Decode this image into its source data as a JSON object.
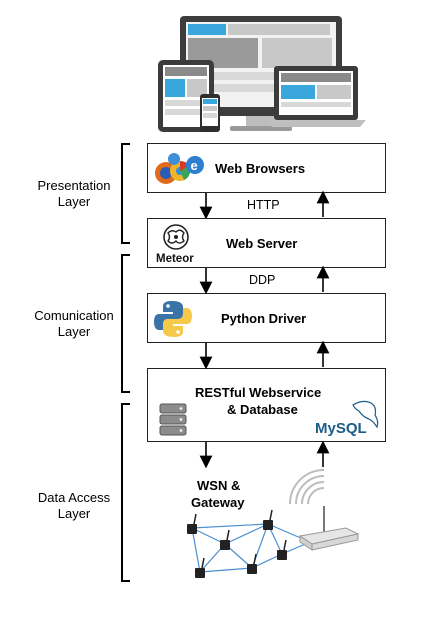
{
  "layers": [
    {
      "name": "presentation",
      "label_line1": "Presentation",
      "label_line2": "Layer"
    },
    {
      "name": "communication",
      "label_line1": "Comunication",
      "label_line2": "Layer"
    },
    {
      "name": "data-access",
      "label_line1": "Data Access",
      "label_line2": "Layer"
    }
  ],
  "boxes": {
    "web_browsers": "Web Browsers",
    "web_server": "Web Server",
    "python_driver": "Python Driver",
    "restful_line1": "RESTful Webservice",
    "restful_line2": "& Database"
  },
  "edges": {
    "http": "HTTP",
    "ddp": "DDP"
  },
  "logos": {
    "meteor": "Meteor",
    "mysql": "MySQL"
  },
  "wsn": {
    "line1": "WSN &",
    "line2": "Gateway"
  },
  "colors": {
    "screen_blue": "#3aa7dc",
    "device_gray": "#5b5b5b",
    "python_blue": "#3a73a8",
    "python_yellow": "#f6c94a",
    "mysql_blue": "#1b5e8a",
    "mysql_orange": "#e38a1d"
  },
  "icons": [
    "devices-icon",
    "browsers-icon",
    "meteor-icon",
    "python-icon",
    "database-icon",
    "mysql-icon",
    "sensor-network-icon",
    "router-icon"
  ]
}
